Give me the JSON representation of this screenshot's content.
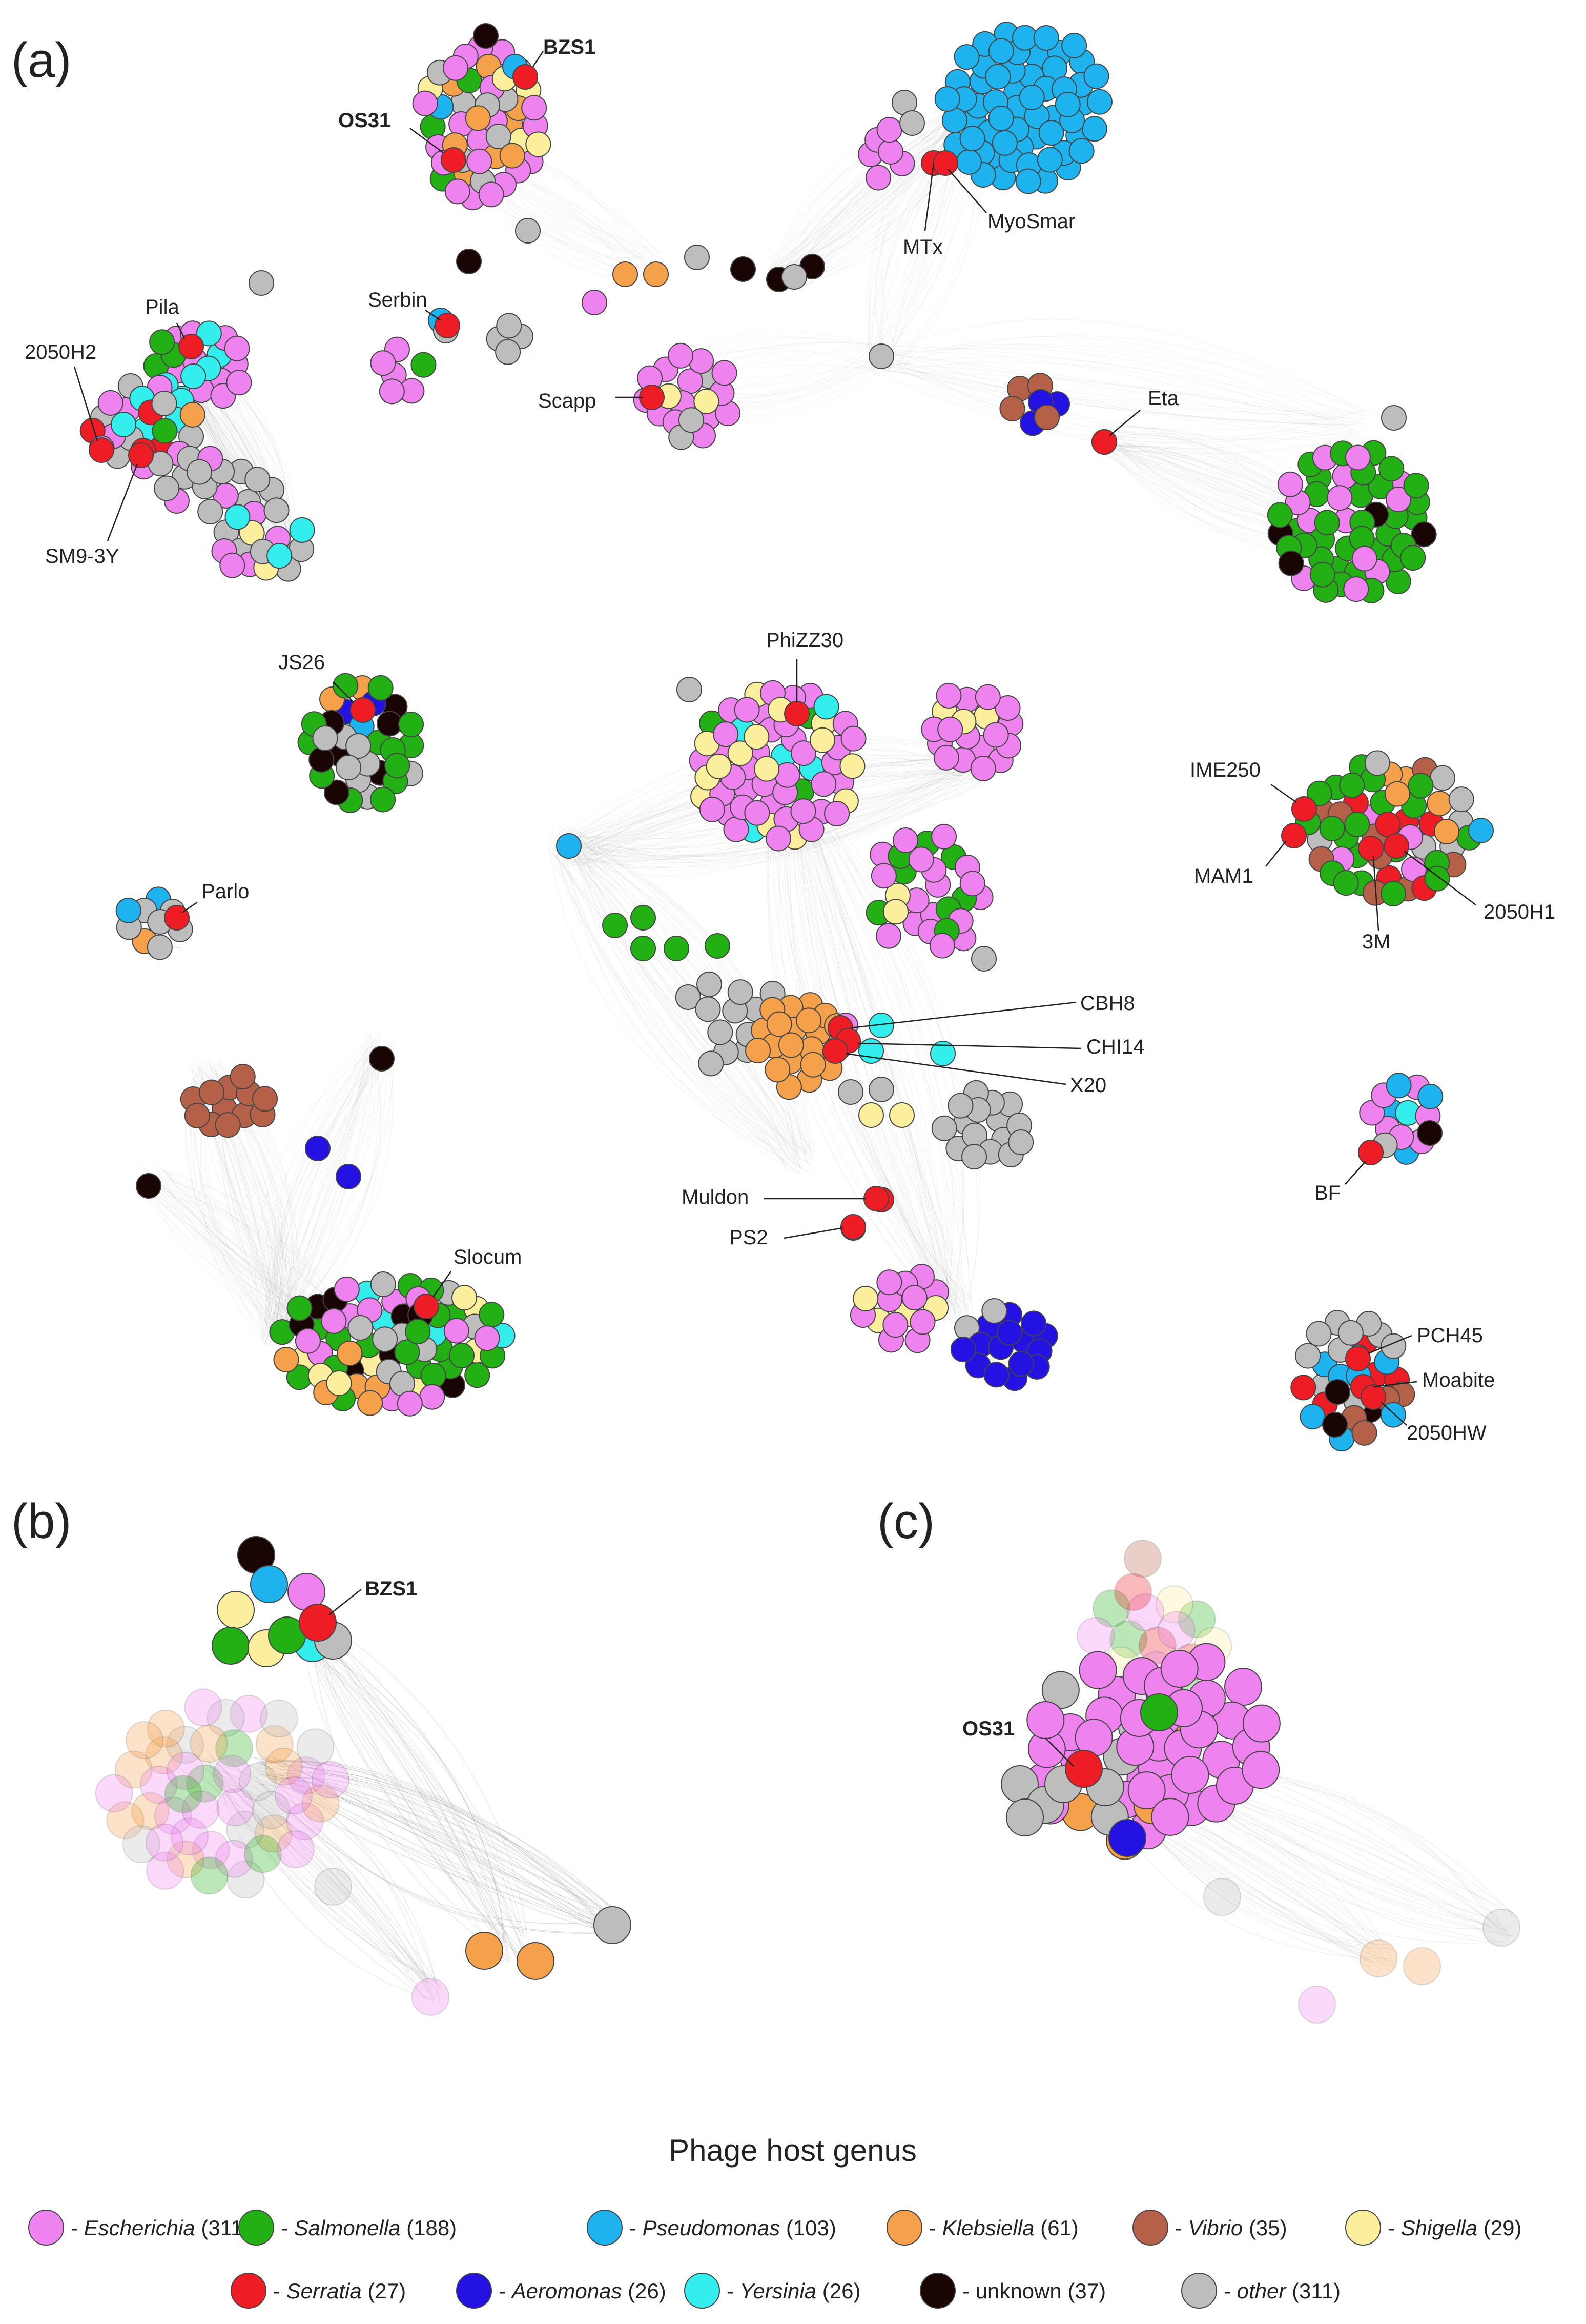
{
  "panels": {
    "a": "(a)",
    "b": "(b)",
    "c": "(c)"
  },
  "colors": {
    "escherichia": "#ee82ee",
    "salmonella": "#22b014",
    "pseudomonas": "#1eb3ee",
    "klebsiella": "#f5a04a",
    "vibrio": "#b5614a",
    "shigella": "#fbee9c",
    "serratia": "#ee1c24",
    "aeromonas": "#2412e2",
    "yersinia": "#34eeee",
    "unknown": "#1a0505",
    "other": "#bdbdbd",
    "edge": "#9e9e9e"
  },
  "phage_labels": {
    "bzs1": "BZS1",
    "os31": "OS31",
    "mtx": "MTx",
    "myosmar": "MyoSmar",
    "serbin": "Serbin",
    "pila": "Pila",
    "h2050": "2050H2",
    "scapp": "Scapp",
    "eta": "Eta",
    "sm93y": "SM9-3Y",
    "phizz30": "PhiZZ30",
    "js26": "JS26",
    "ime250": "IME250",
    "mam1": "MAM1",
    "h2050_1": "2050H1",
    "m3": "3M",
    "parlo": "Parlo",
    "cbh8": "CBH8",
    "chi14": "CHI14",
    "x20": "X20",
    "muldon": "Muldon",
    "ps2": "PS2",
    "bf": "BF",
    "slocum": "Slocum",
    "pch45": "PCH45",
    "moabite": "Moabite",
    "hw2050": "2050HW",
    "bzs1_b": "BZS1",
    "os31_c": "OS31"
  },
  "legend": {
    "title": "Phage host genus",
    "items": [
      {
        "key": "escherichia",
        "name": "Escherichia",
        "count": "(311)"
      },
      {
        "key": "salmonella",
        "name": "Salmonella",
        "count": "(188)"
      },
      {
        "key": "pseudomonas",
        "name": "Pseudomonas",
        "count": "(103)"
      },
      {
        "key": "klebsiella",
        "name": "Klebsiella",
        "count": "(61)"
      },
      {
        "key": "vibrio",
        "name": "Vibrio",
        "count": "(35)"
      },
      {
        "key": "shigella",
        "name": "Shigella",
        "count": "(29)"
      },
      {
        "key": "serratia",
        "name": "Serratia",
        "count": "(27)"
      },
      {
        "key": "aeromonas",
        "name": "Aeromonas",
        "count": "(26)"
      },
      {
        "key": "yersinia",
        "name": "Yersinia",
        "count": "(26)"
      },
      {
        "key": "unknown",
        "name": "unknown",
        "count": "(37)"
      },
      {
        "key": "other",
        "name": "other",
        "count": "(311)"
      }
    ]
  }
}
